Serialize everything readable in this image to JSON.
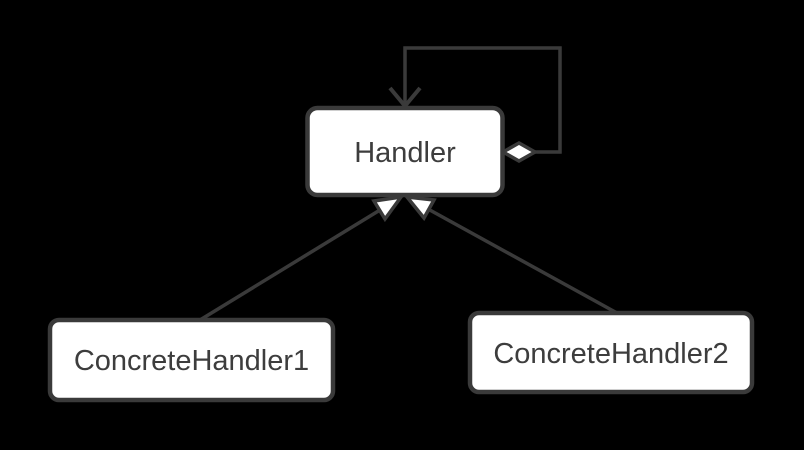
{
  "diagram": {
    "background_color": "#000000",
    "shape_fill_color": "#ffffff",
    "line_color": "#3a3a3a",
    "text_color": "#3d3d3d",
    "nodes": [
      {
        "label": "Handler"
      },
      {
        "label": "ConcreteHandler1"
      },
      {
        "label": "ConcreteHandler2"
      }
    ],
    "edges": [
      {
        "from": "Handler",
        "to": "Handler",
        "type": "self-association",
        "start_marker": "hollow-diamond",
        "end_marker": "open-arrow"
      },
      {
        "from": "ConcreteHandler1",
        "to": "Handler",
        "type": "generalization",
        "end_marker": "hollow-triangle"
      },
      {
        "from": "ConcreteHandler2",
        "to": "Handler",
        "type": "generalization",
        "end_marker": "hollow-triangle"
      }
    ]
  }
}
